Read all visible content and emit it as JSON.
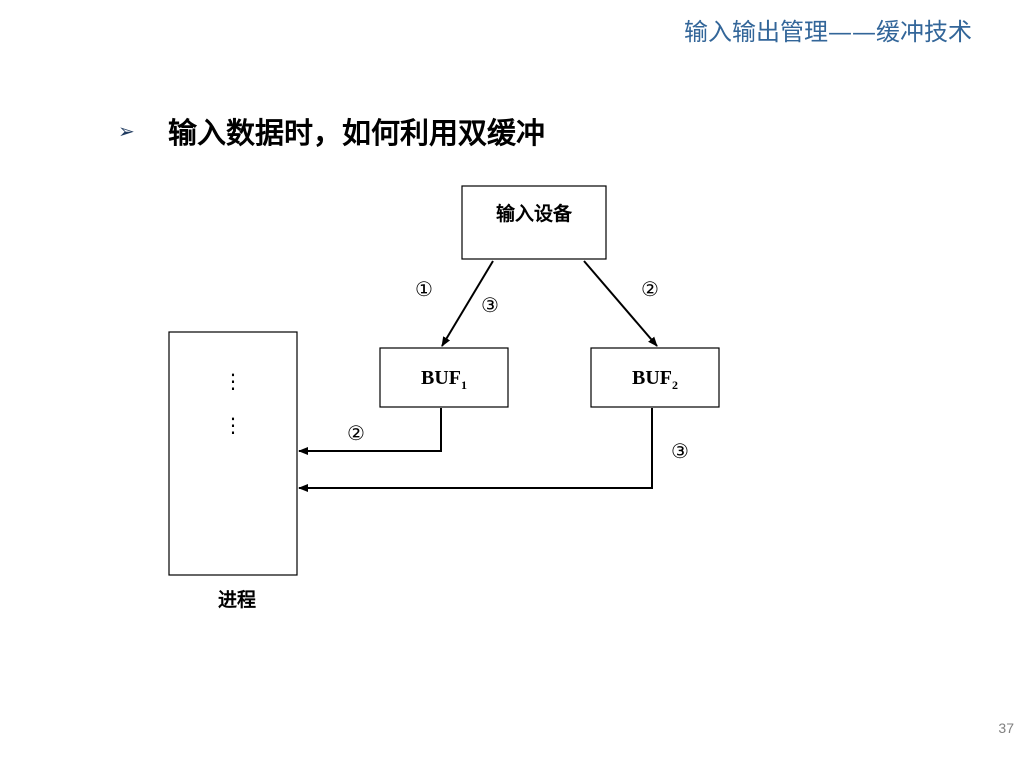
{
  "header": {
    "title": "输入输出管理——缓冲技术"
  },
  "bullet": {
    "marker": "➢",
    "text": "输入数据时，如何利用双缓冲"
  },
  "diagram": {
    "device_label": "输入设备",
    "buf1": {
      "name": "BUF",
      "sub": "1"
    },
    "buf2": {
      "name": "BUF",
      "sub": "2"
    },
    "process_label": "进程",
    "process_dots": [
      "⋮",
      "⋮"
    ],
    "steps": {
      "device_to_buf1": "①",
      "device_to_buf1_second": "③",
      "device_to_buf2": "②",
      "buf1_to_process": "②",
      "buf2_to_process": "③"
    }
  },
  "page_number": "37"
}
